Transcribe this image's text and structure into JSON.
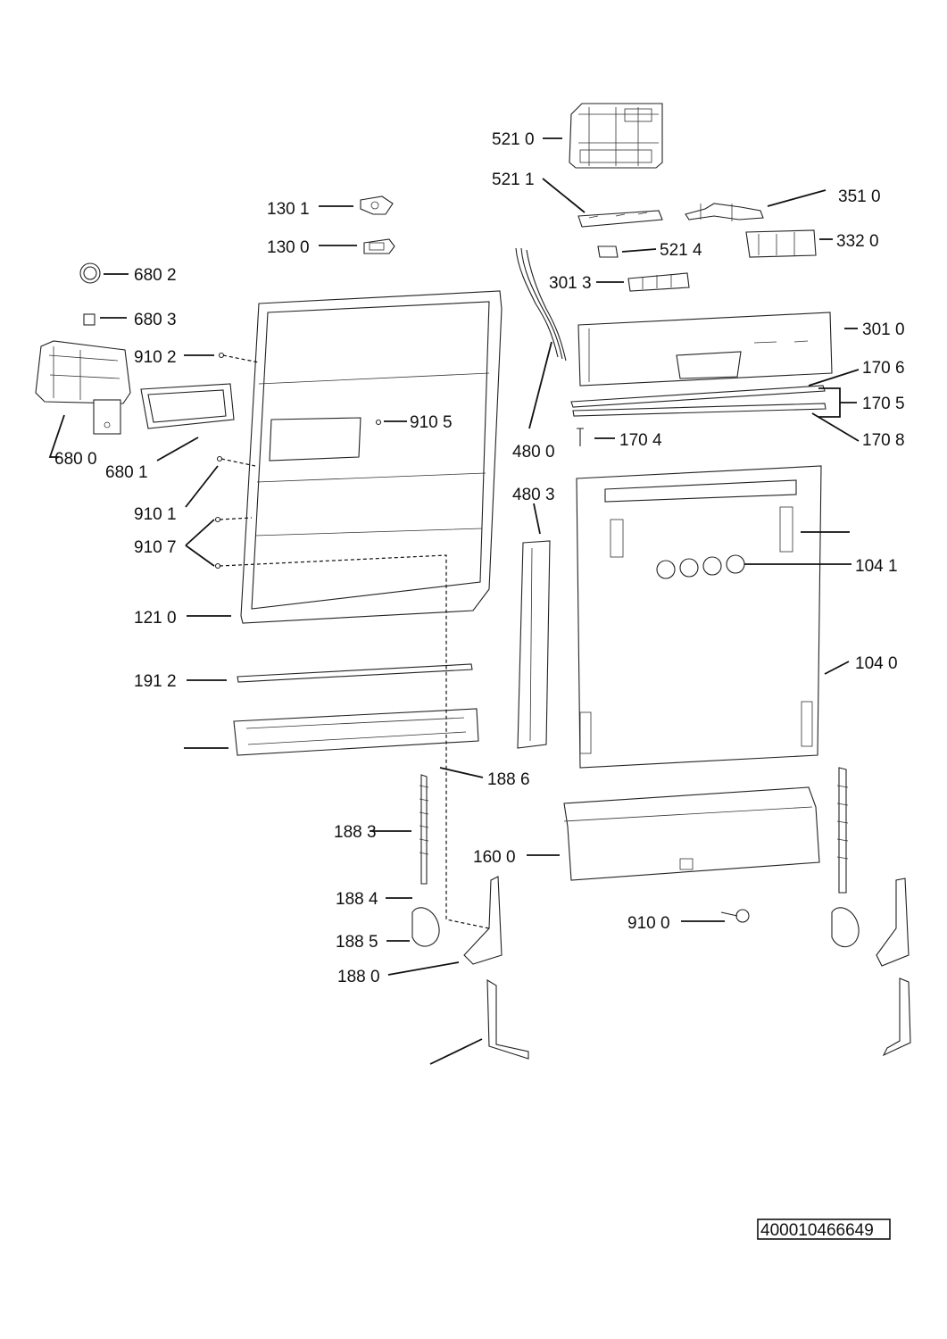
{
  "diagram": {
    "labels": {
      "l5210": "521 0",
      "l5211": "521 1",
      "l3510": "351 0",
      "l1301": "130 1",
      "l1300": "130 0",
      "l5214": "521 4",
      "l3320": "332 0",
      "l6802": "680 2",
      "l3013": "301 3",
      "l6803": "680 3",
      "l3010": "301 0",
      "l9102": "910 2",
      "l1706": "170 6",
      "l1705": "170 5",
      "l9105": "910 5",
      "l1708": "170 8",
      "l1704": "170 4",
      "l6800": "680 0",
      "l6801": "680 1",
      "l4800": "480 0",
      "l4803": "480 3",
      "l9101": "910 1",
      "l9107": "910 7",
      "l1041": "104 1",
      "l1210": "121 0",
      "l1040": "104 0",
      "l1912": "191 2",
      "l1886": "188 6",
      "l1883": "188 3",
      "l1600": "160 0",
      "l1884": "188 4",
      "l9100": "910 0",
      "l1885": "188 5",
      "l1880": "188 0"
    },
    "document_id": "400010466649"
  }
}
